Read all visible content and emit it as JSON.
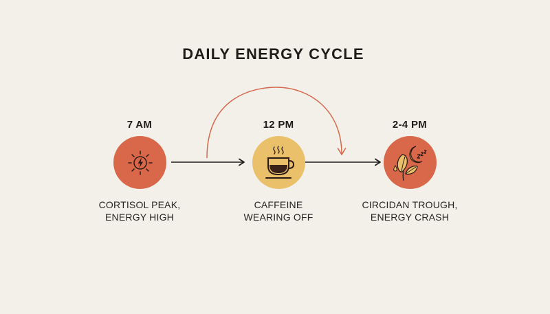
{
  "title": "DAILY ENERGY CYCLE",
  "colors": {
    "background": "#F3F0EA",
    "warm_red": "#D9674A",
    "golden": "#EAC06A",
    "arc": "#D5694E",
    "ink": "#1f1d1a"
  },
  "stages": [
    {
      "time": "7 AM",
      "icon": "sun-lightning-icon",
      "desc_line1": "CORTISOL PEAK,",
      "desc_line2": "ENERGY HIGH"
    },
    {
      "time": "12 PM",
      "icon": "coffee-cup-icon",
      "desc_line1": "CAFFEINE",
      "desc_line2": "WEARING OFF"
    },
    {
      "time": "2-4 PM",
      "icon": "moon-sleep-leaves-icon",
      "desc_line1": "CIRCIDAN TROUGH,",
      "desc_line2": "ENERGY CRASH"
    }
  ],
  "connectors": [
    {
      "from": "7 AM",
      "to": "12 PM",
      "style": "straight-arrow"
    },
    {
      "from": "12 PM",
      "to": "2-4 PM",
      "style": "straight-arrow"
    },
    {
      "from": "7 AM",
      "to": "2-4 PM",
      "style": "curved-arc-arrow"
    }
  ]
}
